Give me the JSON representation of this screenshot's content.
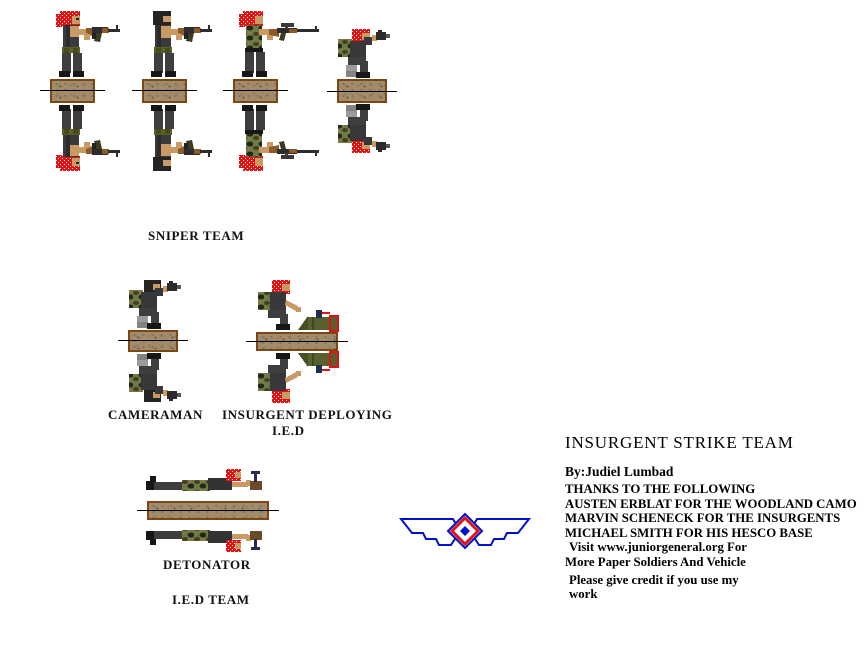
{
  "document": {
    "kind": "paper-soldiers-sheet",
    "background": "#ffffff"
  },
  "palette": {
    "keffiyeh_red": "#e41212",
    "balaclava_black": "#242424",
    "skin_tan": "#c99a63",
    "clothing_dark": "#3a3a3c",
    "camo_olive": "#6d7c45",
    "hesco_fill": "#a38a68",
    "hesco_border": "#7a4715",
    "logo_blue": "#0011cc",
    "logo_red": "#e41212",
    "text_color": "#000000"
  },
  "units": {
    "sniper_team": {
      "label": "SNIPER TEAM",
      "figures": [
        {
          "name": "rifleman-red-keffiyeh"
        },
        {
          "name": "rifleman-black-balaclava"
        },
        {
          "name": "sniper-scoped-rifle"
        },
        {
          "name": "spotter-with-camera"
        }
      ]
    },
    "cameraman": {
      "label": "CAMERAMAN"
    },
    "ied_deployer": {
      "label_line1": "INSURGENT DEPLOYING",
      "label_line2": "I.E.D"
    },
    "detonator": {
      "label": "DETONATOR"
    },
    "ied_team": {
      "label": "I.E.D TEAM"
    }
  },
  "credits": {
    "title": "INSURGENT STRIKE TEAM",
    "author": "By:Judiel Lumbad",
    "lines": [
      "THANKS TO THE FOLLOWING",
      "AUSTEN ERBLAT FOR THE WOODLAND CAMO",
      "MARVIN SCHENECK FOR THE INSURGENTS",
      "MICHAEL SMITH FOR HIS HESCO BASE",
      "Visit www.juniorgeneral.org For",
      "More Paper Soldiers And Vehicle",
      "Please give credit if you use my",
      "work"
    ]
  },
  "logo": {
    "name": "winged-diamond-logo"
  }
}
